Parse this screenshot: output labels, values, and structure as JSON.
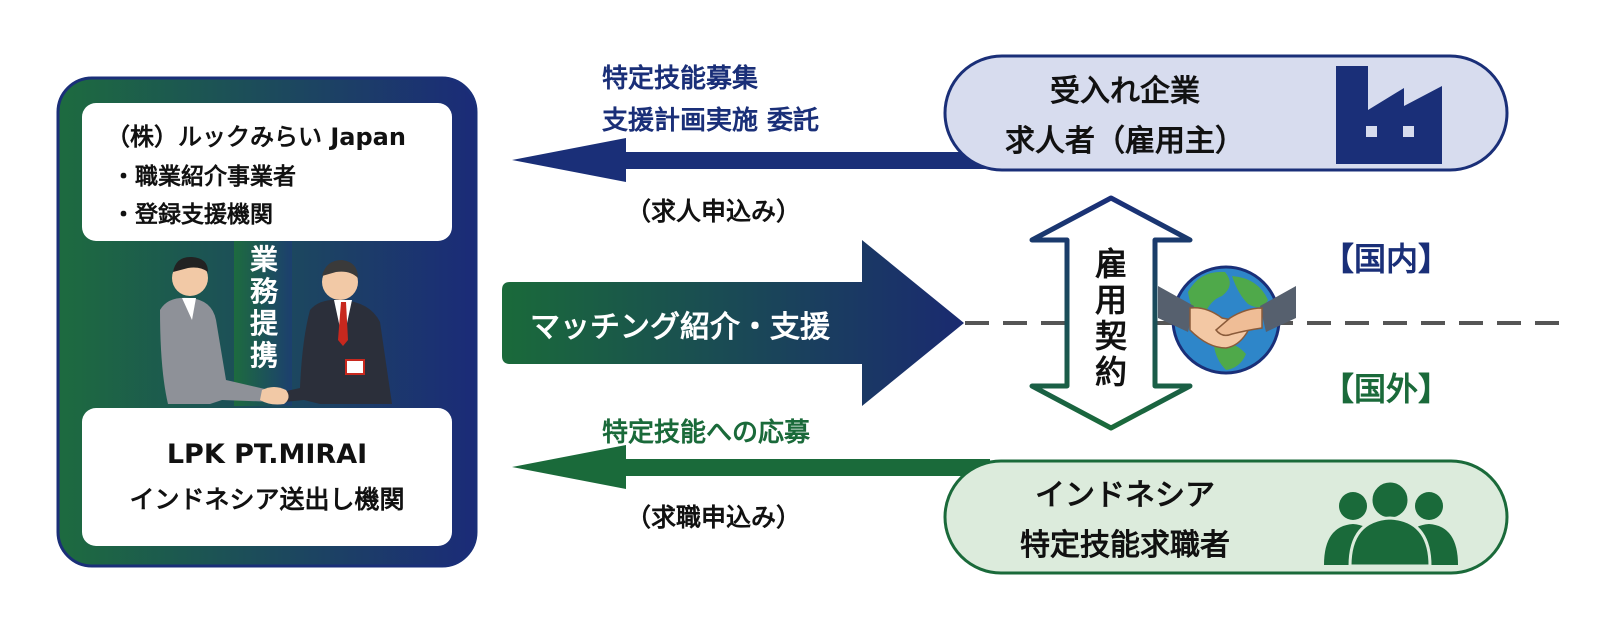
{
  "left_panel": {
    "company_name": "（株）ルックみらい Japan",
    "company_role_1": "・職業紹介事業者",
    "company_role_2": "・登録支援機関",
    "partnership_label": "業\n務\n提\n携",
    "indonesia_org_1": "LPK PT.MIRAI",
    "indonesia_org_2": "インドネシア送出し機関"
  },
  "employer_flow": {
    "label_1": "特定技能募集",
    "label_2": "支援計画実施 委託",
    "sub_label": "（求人申込み）"
  },
  "matching": {
    "label": "マッチング紹介・支援"
  },
  "employer_box": {
    "line_1": "受入れ企業",
    "line_2": "求人者（雇用主）"
  },
  "contract": {
    "label": "雇\n用\n契\n約"
  },
  "region": {
    "domestic": "【国内】",
    "overseas": "【国外】"
  },
  "applicant_flow": {
    "label": "特定技能への応募",
    "sub_label": "（求職申込み）"
  },
  "applicant_box": {
    "line_1": "インドネシア",
    "line_2": "特定技能求職者"
  },
  "colors": {
    "navy": "#1a2f78",
    "green": "#1a6a3a",
    "employer_fill": "#d7dcee",
    "applicant_fill": "#dcebdc"
  },
  "icons": [
    "factory-icon",
    "handshake-globe-icon",
    "people-group-icon",
    "businessmen-handshake-illustration"
  ]
}
